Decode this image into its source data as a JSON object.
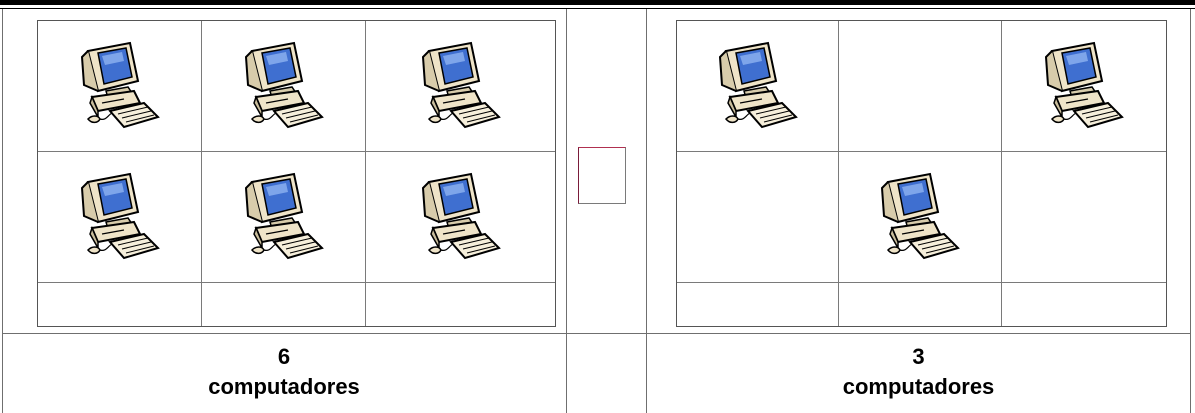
{
  "left_group": {
    "count": "6",
    "unit": "computadores",
    "cells": [
      {
        "item": "computer-icon"
      },
      {
        "item": "computer-icon"
      },
      {
        "item": "computer-icon"
      },
      {
        "item": "computer-icon"
      },
      {
        "item": "computer-icon"
      },
      {
        "item": "computer-icon"
      },
      {
        "item": "empty"
      },
      {
        "item": "empty"
      },
      {
        "item": "empty"
      }
    ]
  },
  "right_group": {
    "count": "3",
    "unit": "computadores",
    "cells": [
      {
        "item": "computer-icon"
      },
      {
        "item": "empty"
      },
      {
        "item": "computer-icon"
      },
      {
        "item": "empty"
      },
      {
        "item": "computer-icon"
      },
      {
        "item": "empty"
      },
      {
        "item": "empty"
      },
      {
        "item": "empty"
      },
      {
        "item": "empty"
      }
    ]
  },
  "comparison_box": {
    "value": ""
  },
  "colors": {
    "monitor_screen": "#3f6fd0",
    "casing": "#efe4c8",
    "outline": "#000000"
  }
}
